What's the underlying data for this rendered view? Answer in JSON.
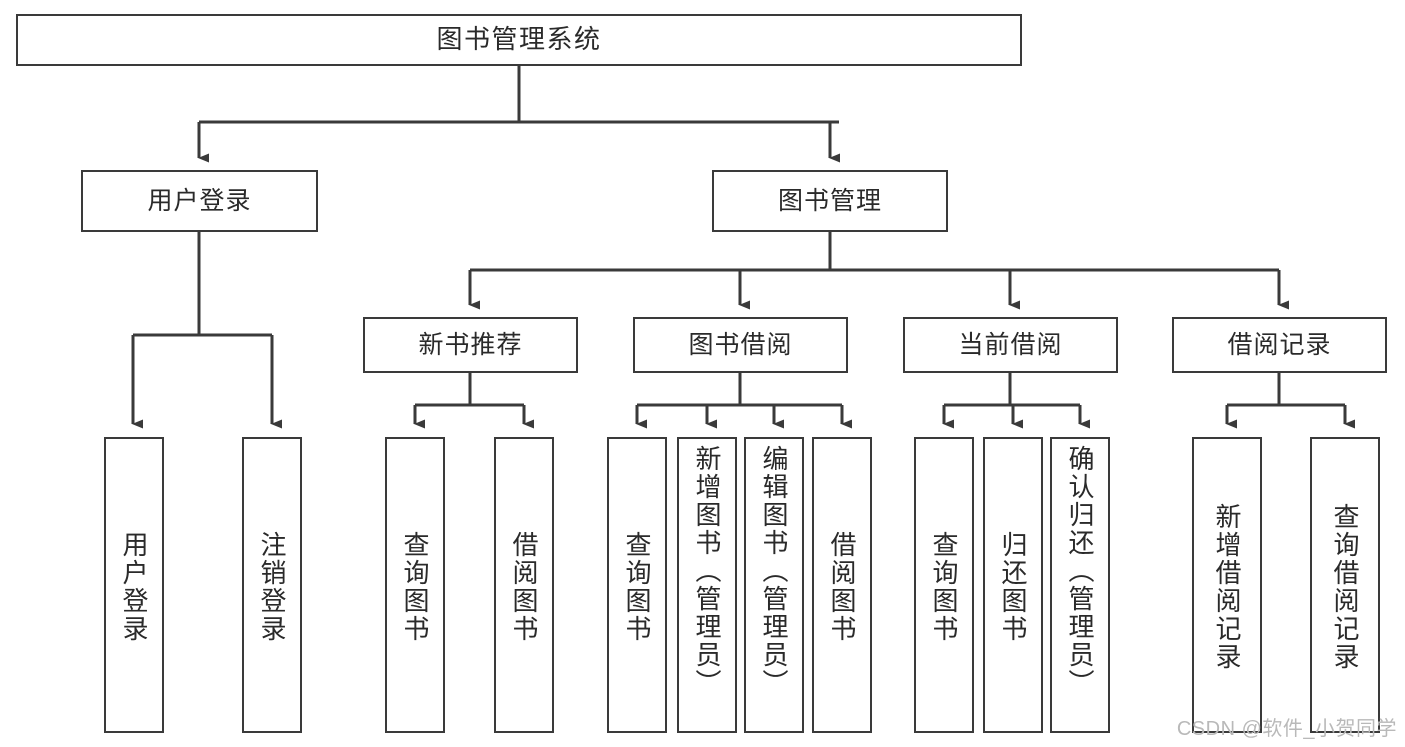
{
  "diagram": {
    "title": "图书管理系统",
    "type": "hierarchy-tree",
    "root": {
      "label": "图书管理系统"
    },
    "level2": [
      {
        "label": "用户登录"
      },
      {
        "label": "图书管理"
      }
    ],
    "level3": [
      {
        "label": "新书推荐"
      },
      {
        "label": "图书借阅"
      },
      {
        "label": "当前借阅"
      },
      {
        "label": "借阅记录"
      }
    ],
    "leaves": {
      "user_login": [
        {
          "label": "用户登录"
        },
        {
          "label": "注销登录"
        }
      ],
      "new_book_recommend": [
        {
          "label": "查询图书"
        },
        {
          "label": "借阅图书"
        }
      ],
      "book_borrow": [
        {
          "label": "查询图书"
        },
        {
          "label": "新增图书（管理员）"
        },
        {
          "label": "编辑图书（管理员）"
        },
        {
          "label": "借阅图书"
        }
      ],
      "current_borrow": [
        {
          "label": "查询图书"
        },
        {
          "label": "归还图书"
        },
        {
          "label": "确认归还（管理员）"
        }
      ],
      "borrow_record": [
        {
          "label": "新增借阅记录"
        },
        {
          "label": "查询借阅记录"
        }
      ]
    }
  },
  "watermark": {
    "text": "CSDN @软件_小贺同学"
  },
  "colors": {
    "stroke": "#3a3a3a",
    "background": "#ffffff",
    "text": "#2a2a2a",
    "watermark": "#b9b9b9"
  }
}
